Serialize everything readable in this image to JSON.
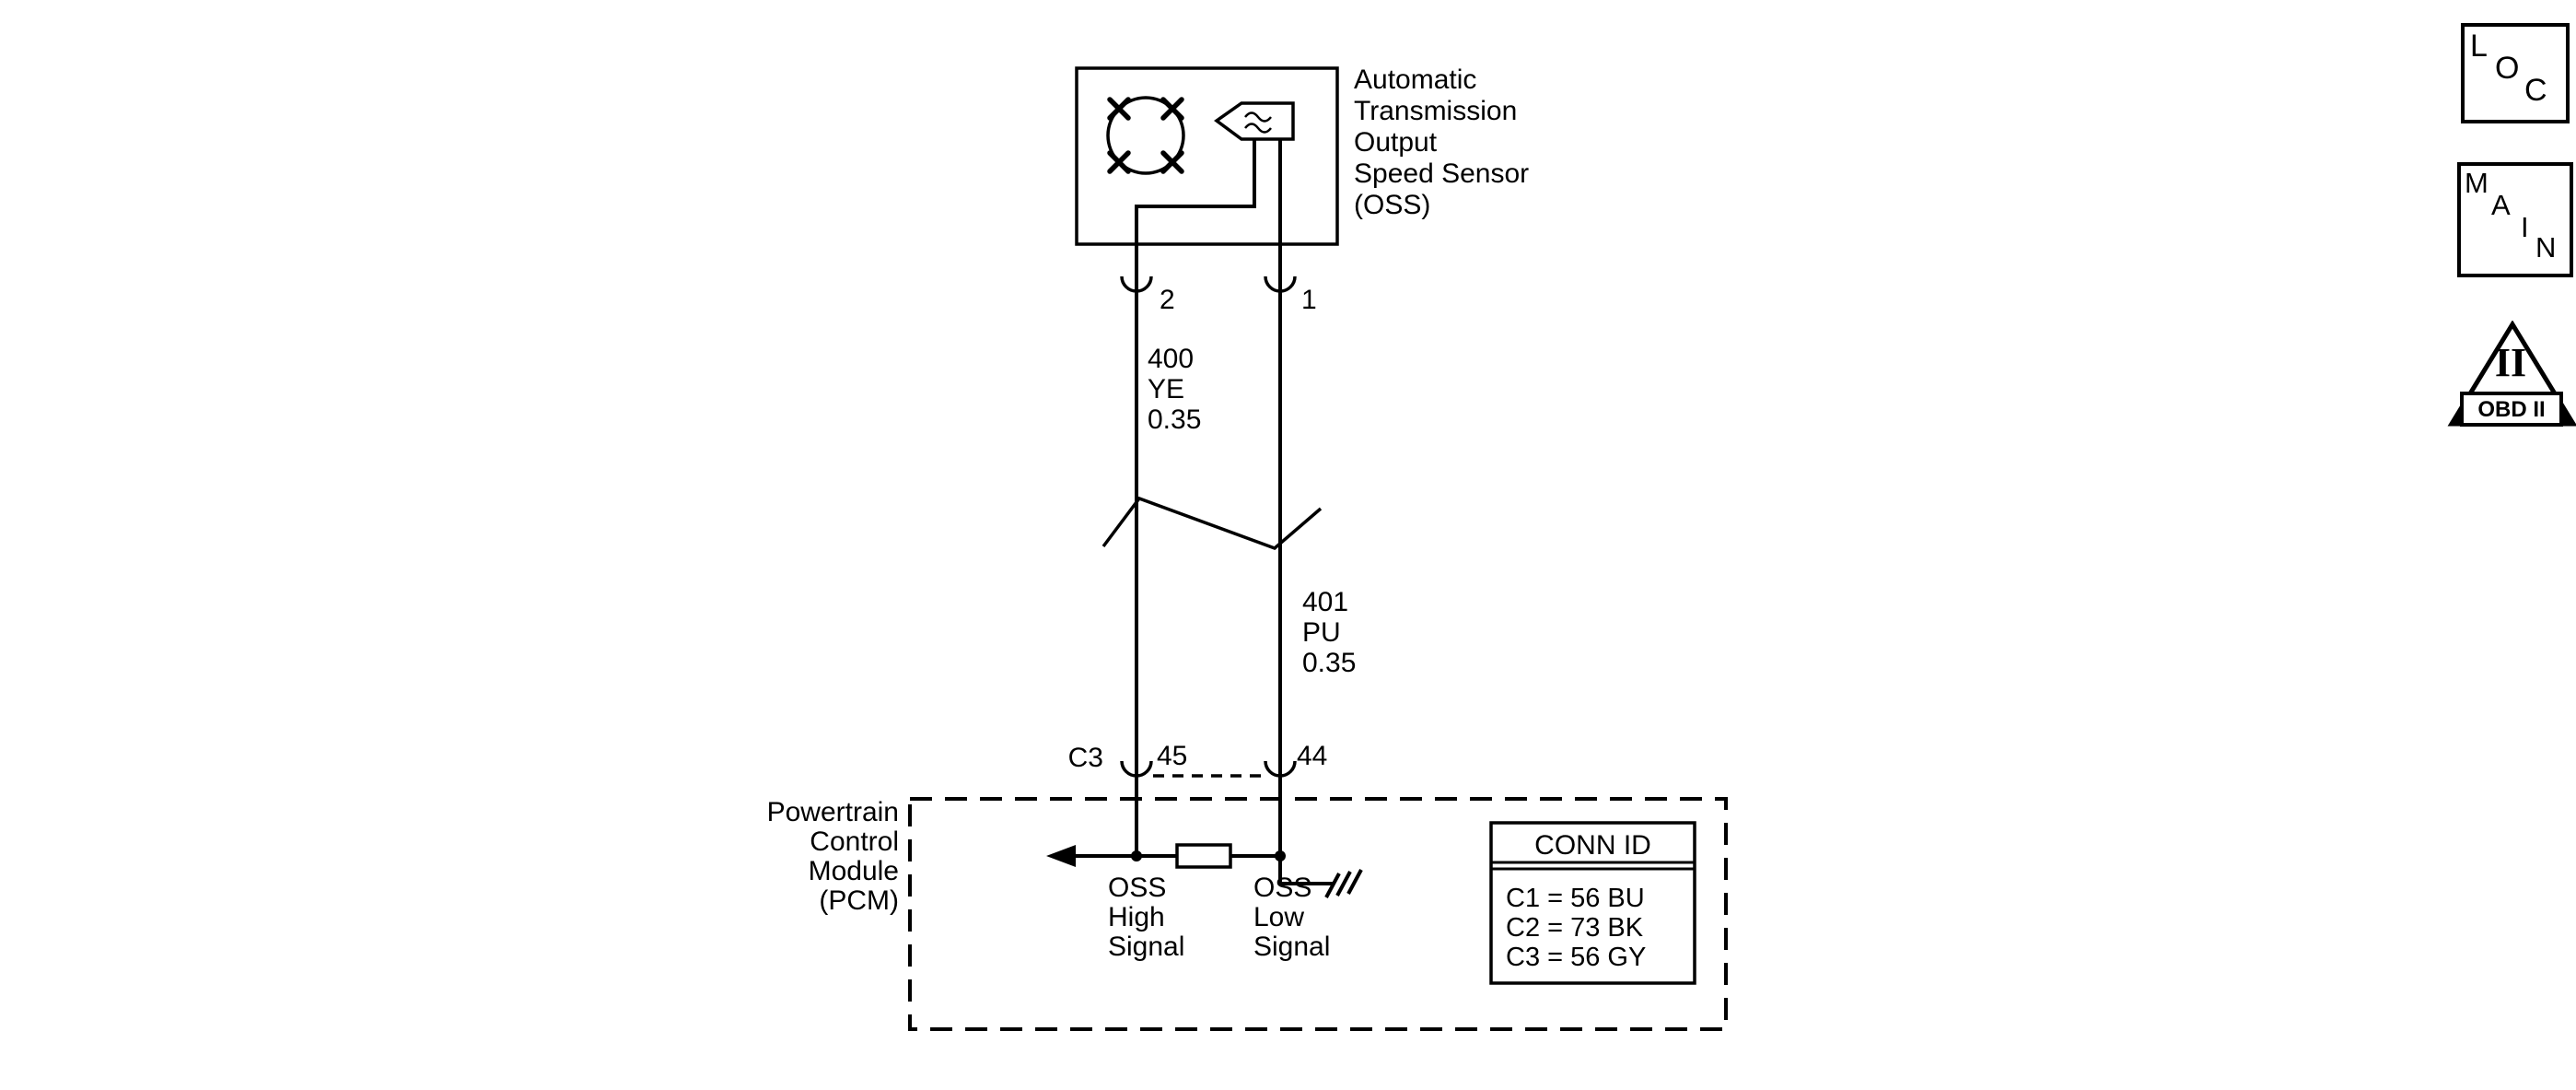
{
  "colors": {
    "ink": "#000000",
    "bg": "#ffffff"
  },
  "sensor": {
    "label_lines": [
      "Automatic",
      "Transmission",
      "Output",
      "Speed Sensor",
      "(OSS)"
    ],
    "pin_left": "2",
    "pin_right": "1"
  },
  "wire_left": {
    "lines": [
      "400",
      "YE",
      "0.35"
    ]
  },
  "wire_right": {
    "lines": [
      "401",
      "PU",
      "0.35"
    ]
  },
  "pcm": {
    "label_lines": [
      "Powertrain",
      "Control",
      "Module",
      "(PCM)"
    ],
    "connector": "C3",
    "pin_left": "45",
    "pin_right": "44",
    "high_lines": [
      "OSS",
      "High",
      "Signal"
    ],
    "low_lines": [
      "OSS",
      "Low",
      "Signal"
    ]
  },
  "conn_id": {
    "title": "CONN ID",
    "rows": [
      "C1 = 56 BU",
      "C2 = 73 BK",
      "C3 = 56 GY"
    ]
  },
  "badges": {
    "loc": [
      "L",
      "O",
      "C"
    ],
    "main": [
      "M",
      "A",
      "I",
      "N"
    ],
    "obd_numeral": "II",
    "obd_label": "OBD II"
  }
}
